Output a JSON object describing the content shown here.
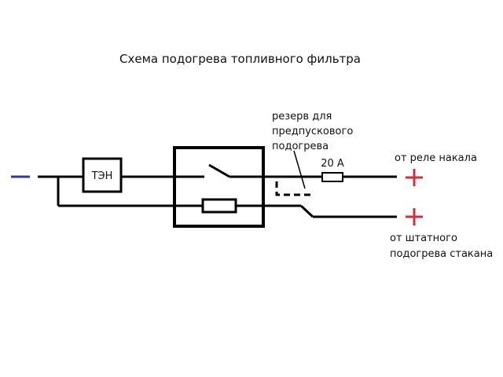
{
  "title": "Схема подогрева топливного фильтра",
  "heater_label": "ТЭН",
  "fuse_label": "20 А",
  "reserve_note": [
    "резерв для",
    "предпускового",
    "подогрева"
  ],
  "relay_label": "от реле накала",
  "stock_heater_label": [
    "от штатного",
    "подогрева стакана"
  ],
  "colors": {
    "negative": "#3535a8",
    "positive": "#d0303a",
    "wire": "#000000"
  }
}
